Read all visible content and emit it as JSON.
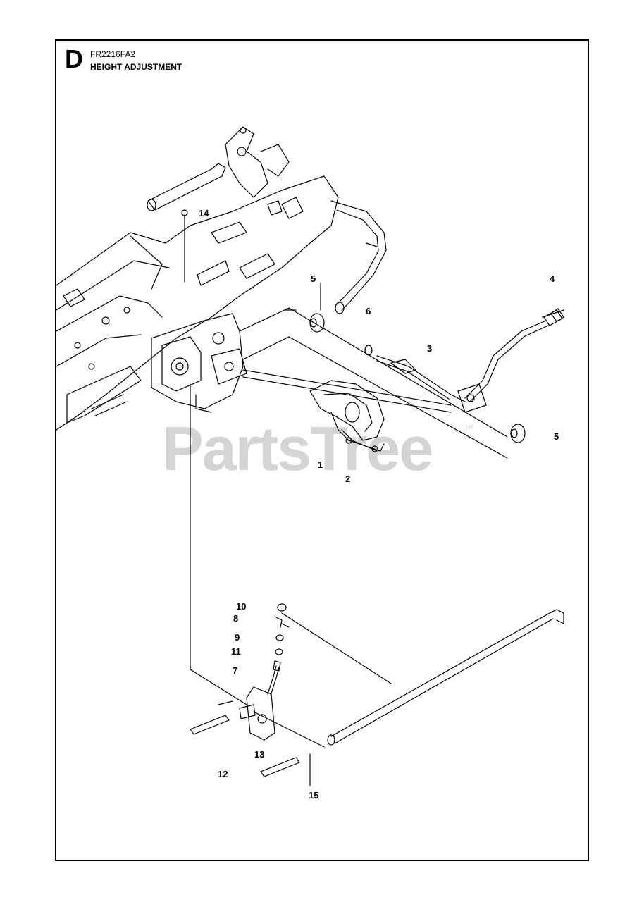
{
  "header": {
    "section_letter": "D",
    "model_code": "FR2216FA2",
    "title": "HEIGHT ADJUSTMENT"
  },
  "watermark": {
    "text": "PartsTree",
    "trademark": "™"
  },
  "callouts": [
    {
      "id": "c14",
      "label": "14"
    },
    {
      "id": "c5a",
      "label": "5"
    },
    {
      "id": "c6",
      "label": "6"
    },
    {
      "id": "c4",
      "label": "4"
    },
    {
      "id": "c3",
      "label": "3"
    },
    {
      "id": "c5b",
      "label": "5"
    },
    {
      "id": "c1",
      "label": "1"
    },
    {
      "id": "c2",
      "label": "2"
    },
    {
      "id": "c10",
      "label": "10"
    },
    {
      "id": "c8",
      "label": "8"
    },
    {
      "id": "c9",
      "label": "9"
    },
    {
      "id": "c11",
      "label": "11"
    },
    {
      "id": "c7",
      "label": "7"
    },
    {
      "id": "c13",
      "label": "13"
    },
    {
      "id": "c12",
      "label": "12"
    },
    {
      "id": "c15",
      "label": "15"
    }
  ],
  "colors": {
    "line": "#000000",
    "watermark": "#d4d4d4"
  }
}
